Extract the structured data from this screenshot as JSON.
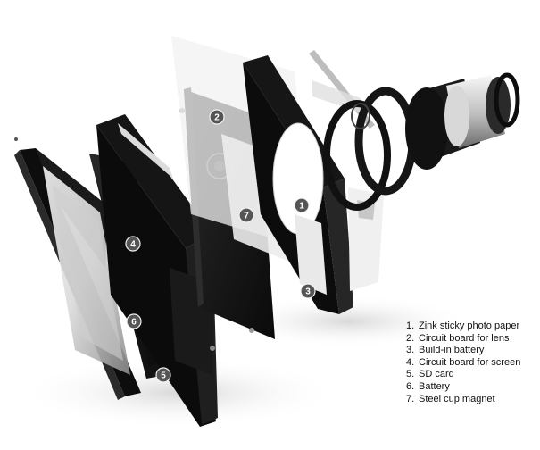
{
  "callouts": [
    {
      "label": "1",
      "color": "#555555"
    },
    {
      "label": "2",
      "color": "#555555"
    },
    {
      "label": "3",
      "color": "#555555"
    },
    {
      "label": "4",
      "color": "#555555"
    },
    {
      "label": "5",
      "color": "#555555"
    },
    {
      "label": "6",
      "color": "#555555"
    },
    {
      "label": "7",
      "color": "#555555"
    }
  ],
  "legend": {
    "items": [
      {
        "num": "1.",
        "text": "Zink sticky photo paper"
      },
      {
        "num": "2.",
        "text": "Circuit board for lens"
      },
      {
        "num": "3.",
        "text": "Build-in battery"
      },
      {
        "num": "4.",
        "text": "Circuit board for screen"
      },
      {
        "num": "5.",
        "text": "SD card"
      },
      {
        "num": "6.",
        "text": "Battery"
      },
      {
        "num": "7.",
        "text": "Steel cup magnet"
      }
    ]
  }
}
